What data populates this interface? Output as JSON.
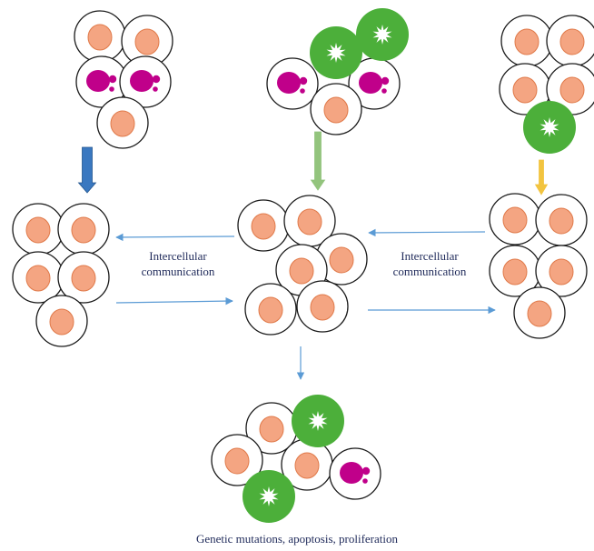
{
  "labels": {
    "left_communication": [
      "Intercellular",
      "communication"
    ],
    "right_communication": [
      "Intercellular",
      "communication"
    ],
    "caption": "Genetic mutations, apoptosis, proliferation"
  },
  "colors": {
    "cell_fill": "#ffffff",
    "cell_stroke": "#1a1a1a",
    "nucleus": "#f4a582",
    "nucleus_stroke": "#e07a4a",
    "damaged_nucleus": "#c0008a",
    "apoptotic_cell": "#4caf3a",
    "arrow_blue": "#3a78c0",
    "arrow_green": "#93c47d",
    "arrow_yellow": "#f2c440",
    "thin_arrow": "#5b9bd5",
    "text": "#1f2a5a"
  },
  "icons": [
    "normal-cell-icon",
    "damaged-cell-icon",
    "apoptotic-cell-icon"
  ]
}
